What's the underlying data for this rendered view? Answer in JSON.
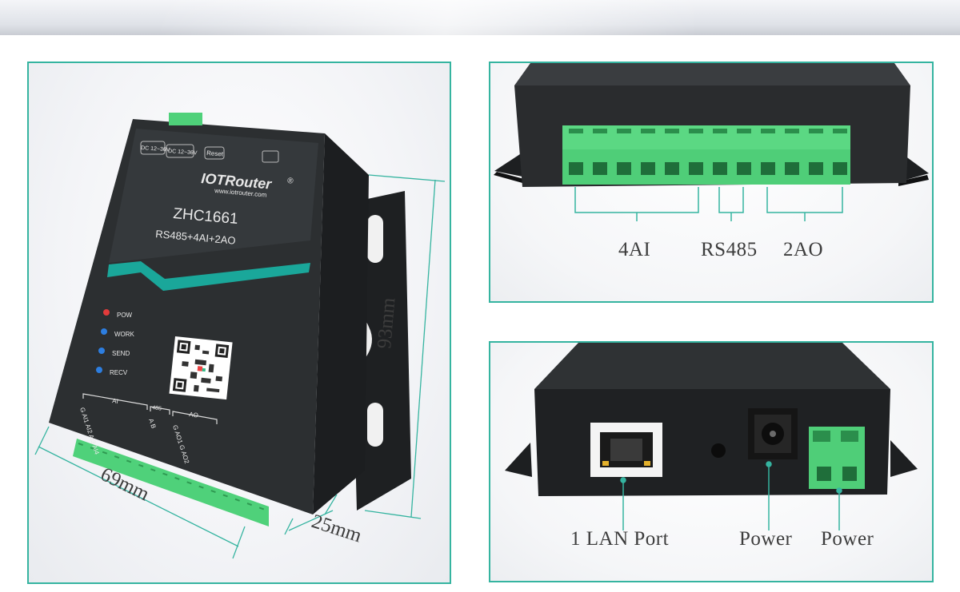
{
  "colors": {
    "panel_border": "#35b4a0",
    "device_body": "#2c2f31",
    "terminal_green": "#4fd17a",
    "teal_stripe": "#1aa79a",
    "dimension_line": "#35b4a0"
  },
  "left_panel": {
    "device": {
      "brand": "IOTRouter",
      "brand_mark": "®",
      "website": "www.iotrouter.com",
      "model": "ZHC1661",
      "spec": "RS485+4AI+2AO",
      "top_port_1": "DC 12~36V",
      "top_port_2": "DC 12~36V",
      "top_button": "Reset",
      "leds": [
        "POW",
        "WORK",
        "SEND",
        "RECV"
      ],
      "group_ai": "AI",
      "group_485": "485",
      "group_ao": "AO",
      "pins_ai": "G AI1 AI2 AI3 AI4",
      "pins_485": "A B",
      "pins_ao": "G AO1 G AO2"
    },
    "dim_height": "93mm",
    "dim_width": "69mm",
    "dim_depth": "25mm"
  },
  "top_right_panel": {
    "label_ai": "4AI",
    "label_rs485": "RS485",
    "label_ao": "2AO"
  },
  "bottom_right_panel": {
    "label_lan": "1 LAN Port",
    "label_power_1": "Power",
    "label_power_2": "Power"
  }
}
